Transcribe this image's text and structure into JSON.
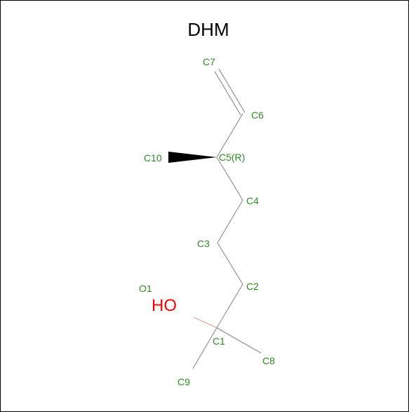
{
  "title": "DHM",
  "colors": {
    "carbon_label": "#2e8b22",
    "oxygen": "#ff0000",
    "bond": "#8a8a8a",
    "wedge": "#000000"
  },
  "atoms": [
    {
      "id": "C1",
      "label": "C1",
      "element": "C"
    },
    {
      "id": "C2",
      "label": "C2",
      "element": "C"
    },
    {
      "id": "C3",
      "label": "C3",
      "element": "C"
    },
    {
      "id": "C4",
      "label": "C4",
      "element": "C"
    },
    {
      "id": "C5",
      "label": "C5(R)",
      "element": "C",
      "stereo": "R"
    },
    {
      "id": "C6",
      "label": "C6",
      "element": "C"
    },
    {
      "id": "C7",
      "label": "C7",
      "element": "C"
    },
    {
      "id": "C8",
      "label": "C8",
      "element": "C"
    },
    {
      "id": "C9",
      "label": "C9",
      "element": "C"
    },
    {
      "id": "C10",
      "label": "C10",
      "element": "C"
    },
    {
      "id": "O1",
      "label": "O1",
      "element": "O",
      "group_label": "HO"
    }
  ],
  "bonds": [
    {
      "from": "C1",
      "to": "C2",
      "order": 1
    },
    {
      "from": "C2",
      "to": "C3",
      "order": 1
    },
    {
      "from": "C3",
      "to": "C4",
      "order": 1
    },
    {
      "from": "C4",
      "to": "C5",
      "order": 1
    },
    {
      "from": "C5",
      "to": "C6",
      "order": 1
    },
    {
      "from": "C6",
      "to": "C7",
      "order": 2
    },
    {
      "from": "C1",
      "to": "C8",
      "order": 1
    },
    {
      "from": "C1",
      "to": "C9",
      "order": 1
    },
    {
      "from": "C5",
      "to": "C10",
      "order": 1,
      "stereo": "wedge"
    },
    {
      "from": "C1",
      "to": "O1",
      "order": 1
    }
  ]
}
